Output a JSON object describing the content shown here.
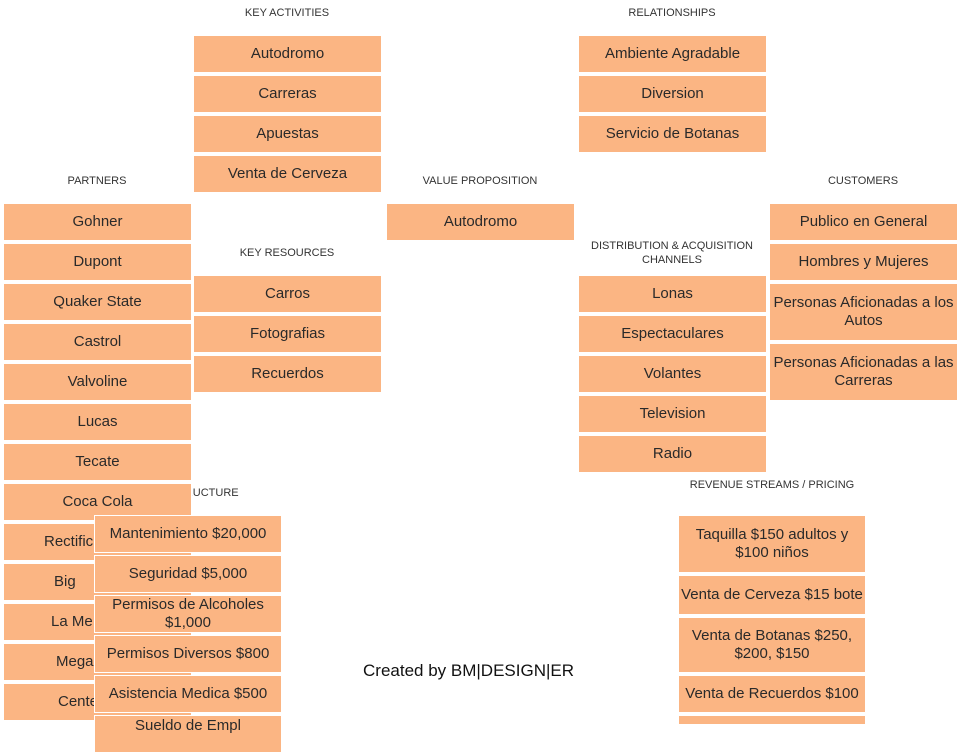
{
  "headers": {
    "key_activities": "KEY ACTIVITIES",
    "relationships": "RELATIONSHIPS",
    "partners": "PARTNERS",
    "value_proposition": "VALUE PROPOSITION",
    "customers": "CUSTOMERS",
    "key_resources": "KEY RESOURCES",
    "distribution": "DISTRIBUTION  & ACQUISITION  CHANNELS",
    "cost_structure": "COST  STRUCTURE",
    "revenue_streams": "REVENUE STREAMS / PRICING"
  },
  "key_activities": [
    "Autodromo",
    "Carreras",
    "Apuestas",
    "Venta de Cerveza"
  ],
  "relationships": [
    "Ambiente Agradable",
    "Diversion",
    "Servicio de Botanas"
  ],
  "partners": [
    "Gohner",
    "Dupont",
    "Quaker State",
    "Castrol",
    "Valvoline",
    "Lucas",
    "Tecate",
    "Coca Cola",
    "Rectific Universales",
    "Big",
    "La Me",
    "Mega",
    "Cente"
  ],
  "value_proposition": [
    "Autodromo"
  ],
  "customers": [
    "Publico en General",
    "Hombres y Mujeres",
    "Personas Aficionadas a los Autos",
    "Personas Aficionadas a las Carreras"
  ],
  "key_resources": [
    "Carros",
    "Fotografias",
    "Recuerdos"
  ],
  "distribution": [
    "Lonas",
    "Espectaculares",
    "Volantes",
    "Television",
    "Radio"
  ],
  "cost_structure": [
    "Mantenimiento $20,000",
    "Seguridad $5,000",
    "Permisos de Alcoholes $1,000",
    "Permisos Diversos $800",
    "Asistencia Medica $500",
    "Sueldo de Empl"
  ],
  "revenue_streams": [
    "Taquilla $150 adultos y $100 niños",
    "Venta de Cerveza $15 bote",
    "Venta de Botanas $250, $200, $150",
    "Venta de Recuerdos $100",
    ""
  ],
  "credit": "Created by BM|DESIGN|ER"
}
